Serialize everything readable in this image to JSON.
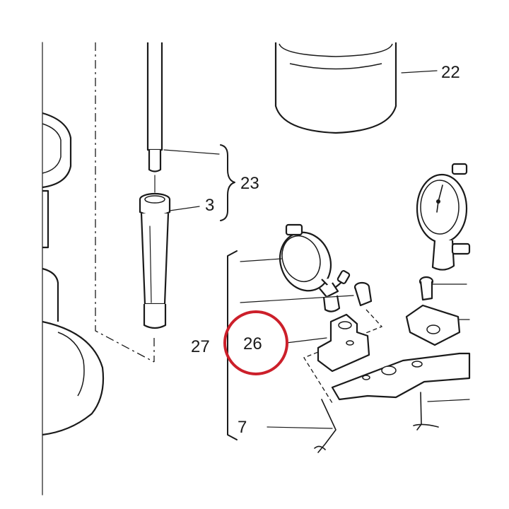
{
  "callouts": {
    "c22": "22",
    "c23": "23",
    "c3": "3",
    "c27": "27",
    "c26": "26",
    "c7": "7"
  },
  "highlight": {
    "color": "#cc1f2a",
    "target": "26"
  }
}
